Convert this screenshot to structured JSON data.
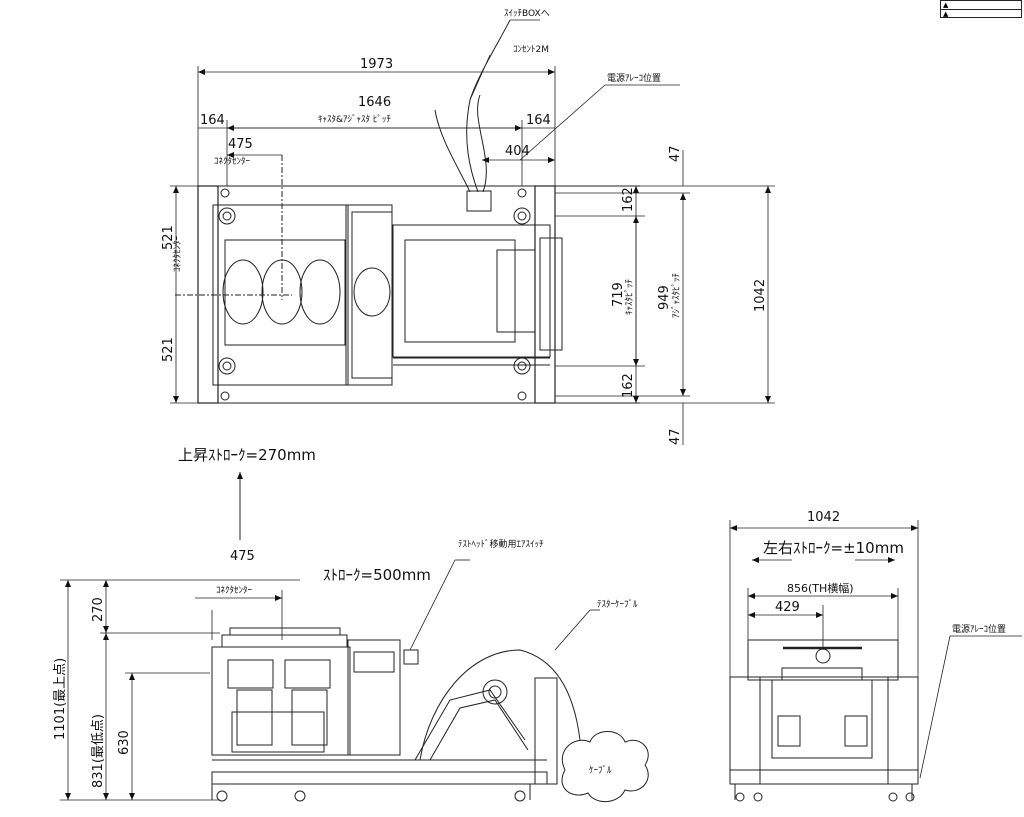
{
  "title_block": {
    "rev1": "▲",
    "rev2": "▲"
  },
  "top_view": {
    "labels": {
      "switch_box": "ｽｲｯﾁBOXへ",
      "outlet": "ｺﾝｾﾝﾄ2M",
      "power_cable_pos": "電源ｱﾚｰｺ位置",
      "caster_pitch": "ｷｬｽﾀ&ｱｼﾞｬｽﾀ ﾋﾟｯﾁ",
      "connector_center": "ｺﾈｸﾀｾﾝﾀｰ",
      "caster_pitch_v": "ｷｬｽﾀﾋﾟｯﾁ",
      "adjuster_pitch_v": "ｱｼﾞｬｽﾀﾋﾟｯﾁ"
    },
    "dims": {
      "overall_width": "1973",
      "pitch": "1646",
      "left_offset": "164",
      "right_offset": "164",
      "connector": "475",
      "cable_pos": "404",
      "top_margin": "47",
      "top_pitch": "162",
      "caster_pitch": "719",
      "adjuster_pitch": "949",
      "overall_depth": "1042",
      "bottom_pitch": "162",
      "bottom_margin": "47",
      "half_top": "521",
      "half_bottom": "521"
    }
  },
  "side_view": {
    "lift_stroke": "上昇ｽﾄﾛｰｸ=270mm",
    "connector_dim": "475",
    "connector_label": "ｺﾈｸﾀｾﾝﾀｰ",
    "stroke": "ｽﾄﾛｰｸ=500mm",
    "air_switch": "ﾃｽﾄﾍｯﾄﾞ移動用ｴｱｽｲｯﾁ",
    "tester_cable": "ﾃｽﾀｰｹｰﾌﾞﾙ",
    "cable": "ｹｰﾌﾞﾙ",
    "dims": {
      "h_max": "1101(最上点)",
      "h_min": "831(最低点)",
      "stroke_h": "270",
      "h_630": "630"
    }
  },
  "end_view": {
    "width": "1042",
    "lr_stroke": "左右ｽﾄﾛｰｸ=±10mm",
    "th_width": "856(TH横幅)",
    "dim_429": "429",
    "power_cable_pos": "電源ｱﾚｰｺ位置"
  }
}
